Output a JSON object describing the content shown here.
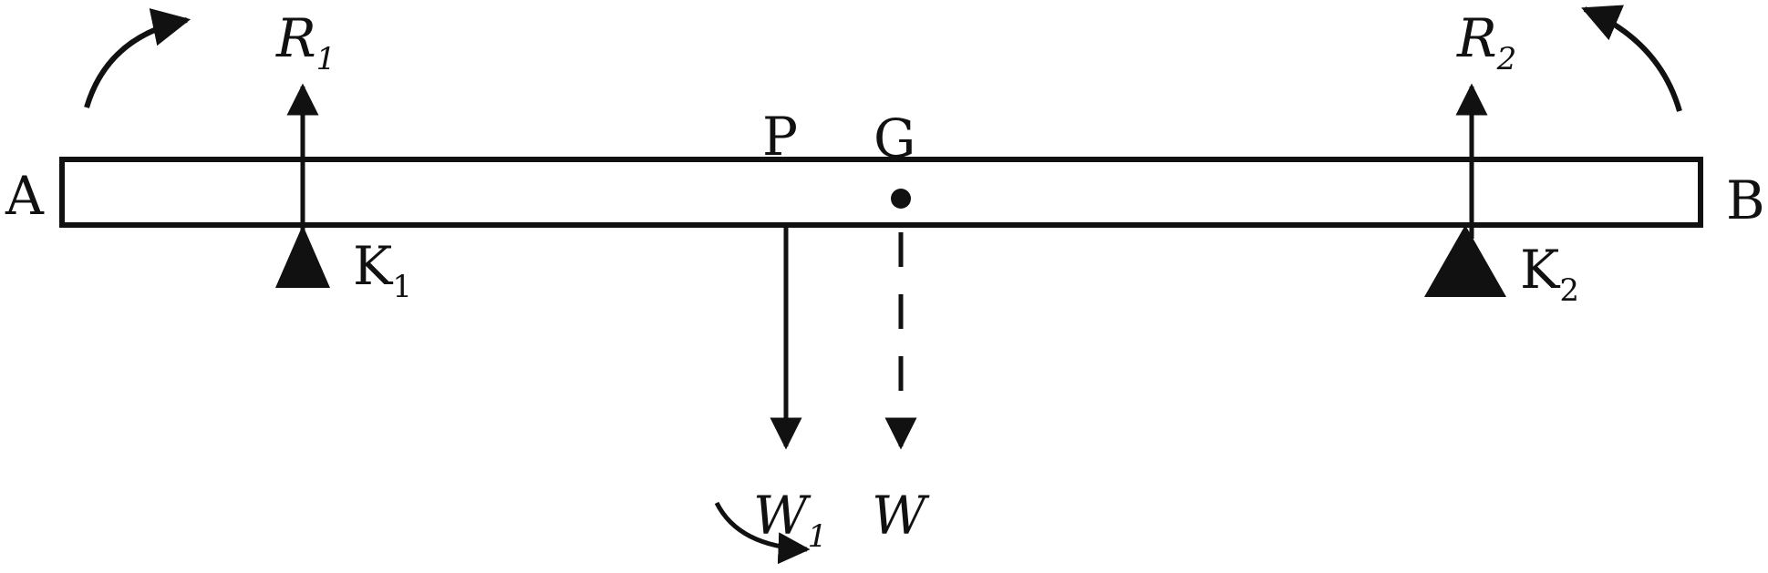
{
  "diagram": {
    "ends": {
      "left": "A",
      "right": "B"
    },
    "points": {
      "p": "P",
      "g": "G"
    },
    "reactions": [
      {
        "symbol": "R",
        "subscript": "1"
      },
      {
        "symbol": "R",
        "subscript": "2"
      }
    ],
    "supports": [
      {
        "symbol": "K",
        "subscript": "1"
      },
      {
        "symbol": "K",
        "subscript": "2"
      }
    ],
    "weights": [
      {
        "symbol": "W",
        "subscript": "1"
      },
      {
        "symbol": "W",
        "subscript": ""
      }
    ],
    "colors": {
      "ink": "#111111",
      "background": "#ffffff"
    }
  }
}
